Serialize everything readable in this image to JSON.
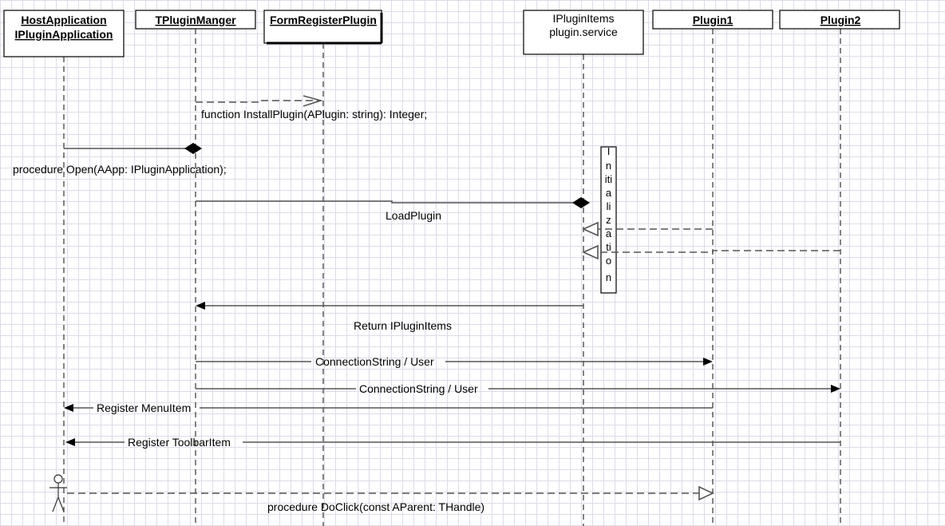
{
  "participants": {
    "host": {
      "line1": "HostApplication",
      "line2": "IPluginApplication"
    },
    "manager": {
      "line1": "TPluginManger"
    },
    "form": {
      "line1": "FormRegisterPlugin"
    },
    "items": {
      "line1": "IPluginItems",
      "line2": "plugin.service"
    },
    "plugin1": {
      "line1": "Plugin1"
    },
    "plugin2": {
      "line1": "Plugin2"
    }
  },
  "activation": {
    "letters": [
      "I",
      "n",
      "iti",
      "a",
      "li",
      "z",
      "a",
      "ti",
      "o",
      "n"
    ]
  },
  "messages": {
    "install": "function InstallPlugin(APlugin: string): Integer;",
    "open": "procedure Open(AApp: IPluginApplication);",
    "load": "LoadPlugin",
    "return_items": "Return IPluginItems",
    "conn1": "ConnectionString / User",
    "conn2": "ConnectionString / User",
    "menu": "Register MenuItem",
    "toolbar": "Register ToolbarItem",
    "doclick": "procedure DoClick(const AParent: THandle)"
  },
  "colors": {
    "grid": "#dcdce8",
    "line": "#555555",
    "box_border": "#000000"
  }
}
